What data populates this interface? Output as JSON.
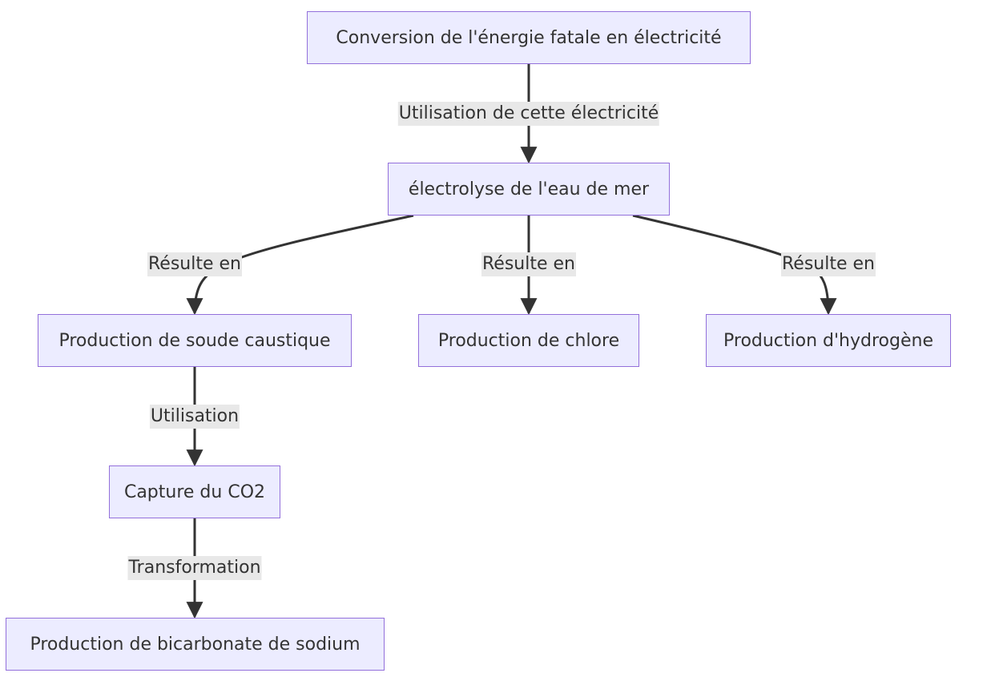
{
  "nodes": {
    "conversion": "Conversion de l'énergie fatale en électricité",
    "electrolyse": "électrolyse de l'eau de mer",
    "soude": "Production de soude caustique",
    "chlore": "Production de chlore",
    "hydrogene": "Production d'hydrogène",
    "capture": "Capture du CO2",
    "bicarbonate": "Production de bicarbonate de sodium"
  },
  "edges": {
    "conversion_to_electrolyse": "Utilisation de cette électricité",
    "electrolyse_to_soude": "Résulte en",
    "electrolyse_to_chlore": "Résulte en",
    "electrolyse_to_hydrogene": "Résulte en",
    "soude_to_capture": "Utilisation",
    "capture_to_bicarbonate": "Transformation"
  },
  "colors": {
    "node_fill": "#ececff",
    "node_border": "#9370db",
    "edge_stroke": "#333333",
    "label_background": "#e8e8e8"
  }
}
